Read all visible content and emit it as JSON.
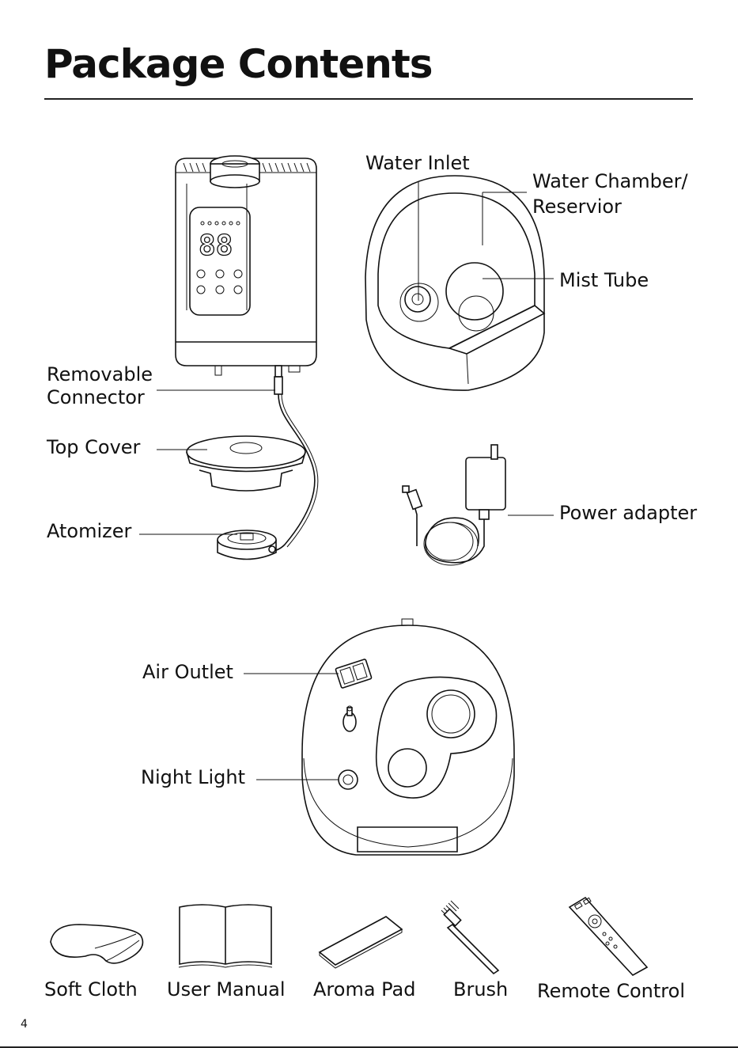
{
  "page": {
    "title": "Package Contents",
    "number": "4"
  },
  "labels": {
    "water_inlet": "Water Inlet",
    "water_chamber": [
      "Water Chamber/",
      "Reservior"
    ],
    "mist_tube": "Mist Tube",
    "removable_connector": [
      "Removable",
      "Connector"
    ],
    "top_cover": "Top Cover",
    "atomizer": "Atomizer",
    "power_adapter": "Power adapter",
    "air_outlet": "Air Outlet",
    "night_light": "Night Light"
  },
  "display": {
    "digits": "88"
  },
  "accessories": [
    "Soft Cloth",
    "User Manual",
    "Aroma Pad",
    "Brush",
    "Remote Control"
  ]
}
